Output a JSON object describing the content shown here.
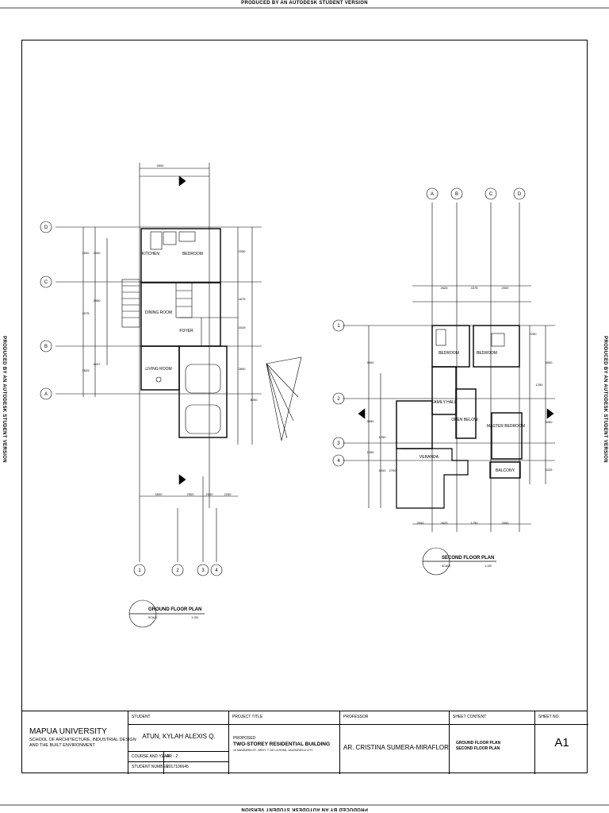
{
  "watermark": "PRODUCED BY AN AUTODESK STUDENT VERSION",
  "ground_floor": {
    "title": "GROUND FLOOR PLAN",
    "scale_label": "SCALE",
    "scale": "1:100",
    "rooms": [
      "KITCHEN",
      "BEDROOM",
      "DINING ROOM",
      "FOYER",
      "LIVING ROOM"
    ],
    "grid_letters": [
      "D",
      "C",
      "B",
      "A"
    ],
    "grid_numbers": [
      "1",
      "2",
      "3",
      "4"
    ],
    "dims_top": "4500",
    "dims_left": [
      "2000",
      "2000",
      "2850",
      "4075",
      "4207",
      "2625"
    ],
    "dims_right": [
      "2050",
      "1675",
      "2025",
      "2800",
      "8250"
    ],
    "dims_bottom": [
      "4500",
      "2000",
      "2000",
      "2250"
    ]
  },
  "second_floor": {
    "title": "SECOND FLOOR PLAN",
    "scale_label": "SCALE",
    "scale": "1:100",
    "rooms": [
      "BEDROOM",
      "BEDROOM",
      "FAMILY HALL",
      "OPEN BELOW",
      "MASTER BEDROOM",
      "VERANDA",
      "BALCONY"
    ],
    "grid_letters": [
      "A",
      "B",
      "C",
      "D"
    ],
    "grid_numbers": [
      "1",
      "2",
      "3",
      "4"
    ],
    "dims_top": [
      "2625",
      "4375",
      "2000"
    ],
    "dims_left": [
      "4500",
      "3050",
      "1250",
      "1050",
      "4000",
      "2700"
    ],
    "dims_right": [
      "2250",
      "4500",
      "1250",
      "3050",
      "1025"
    ],
    "dims_bottom": [
      "2000",
      "2625",
      "1750",
      "2000"
    ]
  },
  "title_block": {
    "university": "MAPUA UNIVERSITY",
    "school": "SCHOOL OF ARCHITECTURE, INDUSTRIAL DESIGN AND THE BUILT ENVIRONMENT",
    "student_label": "STUDENT",
    "student_name": "ATUN, KYLAH ALEXIS Q.",
    "course_label": "COURSE AND YEAR",
    "course_value": "AR - 2",
    "student_number_label": "STUDENT NUMBER",
    "student_number": "2017106645",
    "project_label": "PROJECT TITLE",
    "project_prefix": "PROPOSED",
    "project_title": "TWO-STOREY RESIDENTIAL BUILDING",
    "project_address": "15 MANDARIN ST., BRGY. T. DE LA ROSA, VALENZUELA CITY",
    "professor_label": "PROFESSOR",
    "professor_name": "AR. CRISTINA SUMERA-MIRAFLOR.",
    "content_label": "SHEET CONTENT",
    "content_1": "GROUND FLOOR PLAN",
    "content_2": "SECOND FLOOR PLAN",
    "sheet_label": "SHEET NO.",
    "sheet_no": "A1"
  }
}
